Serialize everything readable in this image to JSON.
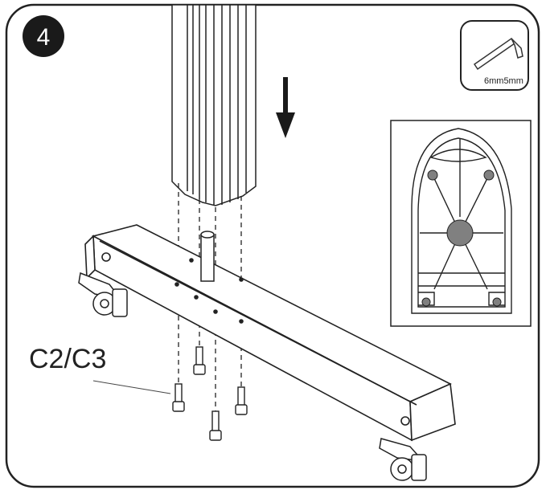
{
  "step": {
    "number": "4"
  },
  "tool": {
    "label": "6mm5mm",
    "icon": "hex-key-icon"
  },
  "parts": {
    "screw_label": "C2/C3"
  },
  "icons": {
    "direction": "down-arrow-icon"
  },
  "colors": {
    "stroke": "#222222",
    "fill_highlight": "#808080",
    "background": "#ffffff"
  }
}
